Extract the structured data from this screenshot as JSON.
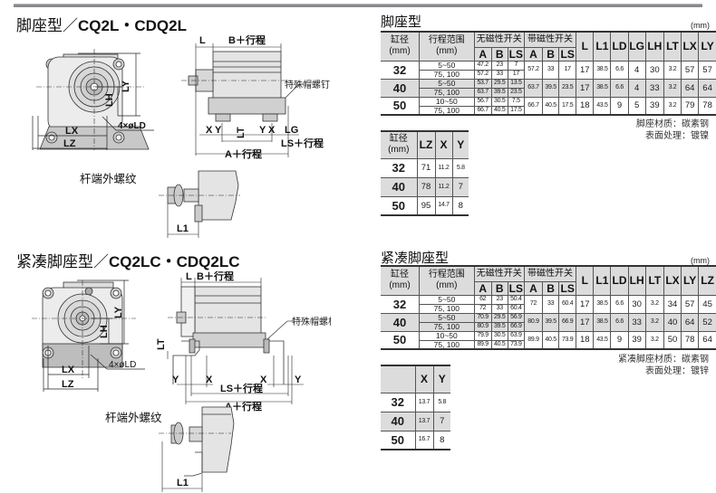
{
  "section1": {
    "title_cn": "脚座型／",
    "title_model": "CQ2L・CDQ2L",
    "rod_end_label": "杆端外螺纹",
    "labels": {
      "B_stroke": "B＋行程",
      "A_stroke": "A＋行程",
      "LS_stroke": "LS＋行程",
      "L": "L",
      "LG": "LG",
      "LT": "LT",
      "X": "X",
      "Y": "Y",
      "LX": "LX",
      "LZ": "LZ",
      "LH": "LH",
      "LY": "LY",
      "LD": "4×øLD",
      "L1": "L1",
      "screw": "特殊帽螺钉"
    },
    "table": {
      "title": "脚座型",
      "unit": "(mm)",
      "headers": {
        "bore": "缸径",
        "bore_unit": "(mm)",
        "stroke": "行程范围",
        "stroke_unit": "(mm)",
        "no_switch": "无磁性开关",
        "with_switch": "带磁性开关",
        "A": "A",
        "B": "B",
        "LS": "LS",
        "cols": [
          "L",
          "L1",
          "LD",
          "LG",
          "LH",
          "LT",
          "LX",
          "LY"
        ]
      },
      "rows": [
        {
          "bore": "32",
          "strokes": [
            "5~50",
            "75, 100"
          ],
          "no_switch": [
            [
              "47.2",
              "23",
              "7"
            ],
            [
              "57.2",
              "33",
              "17"
            ]
          ],
          "with_switch": [
            "57.2",
            "33",
            "17"
          ],
          "values": [
            "17",
            "38.5",
            "6.6",
            "4",
            "30",
            "3.2",
            "57",
            "57"
          ]
        },
        {
          "bore": "40",
          "strokes": [
            "5~50",
            "75, 100"
          ],
          "no_switch": [
            [
              "53.7",
              "29.5",
              "13.5"
            ],
            [
              "63.7",
              "39.5",
              "23.5"
            ]
          ],
          "with_switch": [
            "63.7",
            "39.5",
            "23.5"
          ],
          "values": [
            "17",
            "38.5",
            "6.6",
            "4",
            "33",
            "3.2",
            "64",
            "64"
          ]
        },
        {
          "bore": "50",
          "strokes": [
            "10~50",
            "75, 100"
          ],
          "no_switch": [
            [
              "56.7",
              "30.5",
              "7.5"
            ],
            [
              "66.7",
              "40.5",
              "17.5"
            ]
          ],
          "with_switch": [
            "66.7",
            "40.5",
            "17.5"
          ],
          "values": [
            "18",
            "43.5",
            "9",
            "5",
            "39",
            "3.2",
            "79",
            "78"
          ]
        }
      ],
      "note_lines": [
        "脚座材质：碳素钢",
        "表面处理：镀镍"
      ]
    },
    "small_table": {
      "headers": {
        "bore": "缸径",
        "bore_unit": "(mm)",
        "cols": [
          "LZ",
          "X",
          "Y"
        ]
      },
      "rows": [
        {
          "bore": "32",
          "values": [
            "71",
            "11.2",
            "5.8"
          ]
        },
        {
          "bore": "40",
          "values": [
            "78",
            "11.2",
            "7"
          ]
        },
        {
          "bore": "50",
          "values": [
            "95",
            "14.7",
            "8"
          ]
        }
      ]
    }
  },
  "section2": {
    "title_cn": "紧凑脚座型／",
    "title_model": "CQ2LC・CDQ2LC",
    "rod_end_label": "杆端外螺纹",
    "labels": {
      "B_stroke": "B＋行程",
      "A_stroke": "A＋行程",
      "LS_stroke": "LS＋行程",
      "L": "L",
      "LT": "LT",
      "X": "X",
      "Y": "Y",
      "LX": "LX",
      "LZ": "LZ",
      "LH": "LH",
      "LY": "LY",
      "LD": "4×øLD",
      "L1": "L1",
      "bolt": "特殊帽螺栓"
    },
    "table": {
      "title": "紧凑脚座型",
      "unit": "(mm)",
      "headers": {
        "bore": "缸径",
        "bore_unit": "(mm)",
        "stroke": "行程范围",
        "stroke_unit": "(mm)",
        "no_switch": "无磁性开关",
        "with_switch": "带磁性开关",
        "A": "A",
        "B": "B",
        "LS": "LS",
        "cols": [
          "L",
          "L1",
          "LD",
          "LH",
          "LT",
          "LX",
          "LY",
          "LZ"
        ]
      },
      "rows": [
        {
          "bore": "32",
          "strokes": [
            "5~50",
            "75, 100"
          ],
          "no_switch": [
            [
              "62",
              "23",
              "50.4"
            ],
            [
              "72",
              "33",
              "60.4"
            ]
          ],
          "with_switch": [
            "72",
            "33",
            "60.4"
          ],
          "values": [
            "17",
            "38.5",
            "6.6",
            "30",
            "3.2",
            "34",
            "57",
            "45"
          ]
        },
        {
          "bore": "40",
          "strokes": [
            "5~50",
            "75, 100"
          ],
          "no_switch": [
            [
              "70.9",
              "29.5",
              "56.9"
            ],
            [
              "80.9",
              "39.5",
              "66.9"
            ]
          ],
          "with_switch": [
            "80.9",
            "39.5",
            "66.9"
          ],
          "values": [
            "17",
            "38.5",
            "6.6",
            "33",
            "3.2",
            "40",
            "64",
            "52"
          ]
        },
        {
          "bore": "50",
          "strokes": [
            "10~50",
            "75, 100"
          ],
          "no_switch": [
            [
              "79.9",
              "30.5",
              "63.9"
            ],
            [
              "89.9",
              "40.5",
              "73.9"
            ]
          ],
          "with_switch": [
            "89.9",
            "40.5",
            "73.9"
          ],
          "values": [
            "18",
            "43.5",
            "9",
            "39",
            "3.2",
            "50",
            "78",
            "64"
          ]
        }
      ],
      "note_lines": [
        "紧凑脚座材质：碳素钢",
        "表面处理：镀锌"
      ]
    },
    "small_table": {
      "headers": {
        "cols": [
          "X",
          "Y"
        ]
      },
      "rows": [
        {
          "bore": "32",
          "values": [
            "13.7",
            "5.8"
          ]
        },
        {
          "bore": "40",
          "values": [
            "13.7",
            "7"
          ]
        },
        {
          "bore": "50",
          "values": [
            "16.7",
            "8"
          ]
        }
      ]
    }
  }
}
